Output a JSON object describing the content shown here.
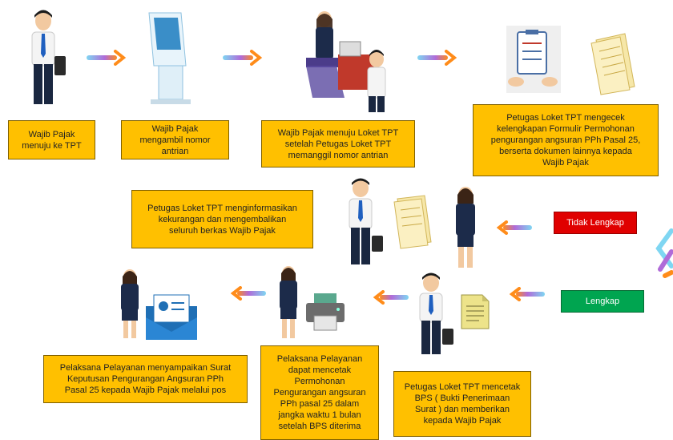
{
  "steps": {
    "s1": "Wajib Pajak\nmenuju ke TPT",
    "s2": "Wajib Pajak\nmengambil nomor\nantrian",
    "s3": "Wajib Pajak menuju Loket TPT\nsetelah Petugas Loket TPT\nmemanggil nomor antrian",
    "s4": "Petugas Loket TPT mengecek\nkelengkapan Formulir Permohonan\npengurangan angsuran PPh Pasal 25,\nberserta dokumen lainnya kepada\nWajib Pajak",
    "s5": "Petugas Loket TPT menginformasikan\nkekurangan dan mengembalikan\nseluruh berkas Wajib Pajak",
    "s6": "Petugas Loket TPT mencetak\nBPS ( Bukti Penerimaan\nSurat ) dan memberikan\nkepada Wajib Pajak",
    "s7": "Pelaksana Pelayanan\ndapat mencetak\nPermohonan\nPengurangan angsuran\nPPh pasal 25 dalam\njangka waktu 1 bulan\nsetelah BPS diterima",
    "s8": "Pelaksana Pelayanan menyampaikan Surat\nKeputusan Pengurangan Angsuran PPh\nPasal 25 kepada Wajib Pajak melalui pos"
  },
  "tags": {
    "incomplete": "Tidak Lengkap",
    "complete": "Lengkap"
  },
  "colors": {
    "box": "#FFC000",
    "incomplete": "#E00000",
    "complete": "#00A550"
  }
}
